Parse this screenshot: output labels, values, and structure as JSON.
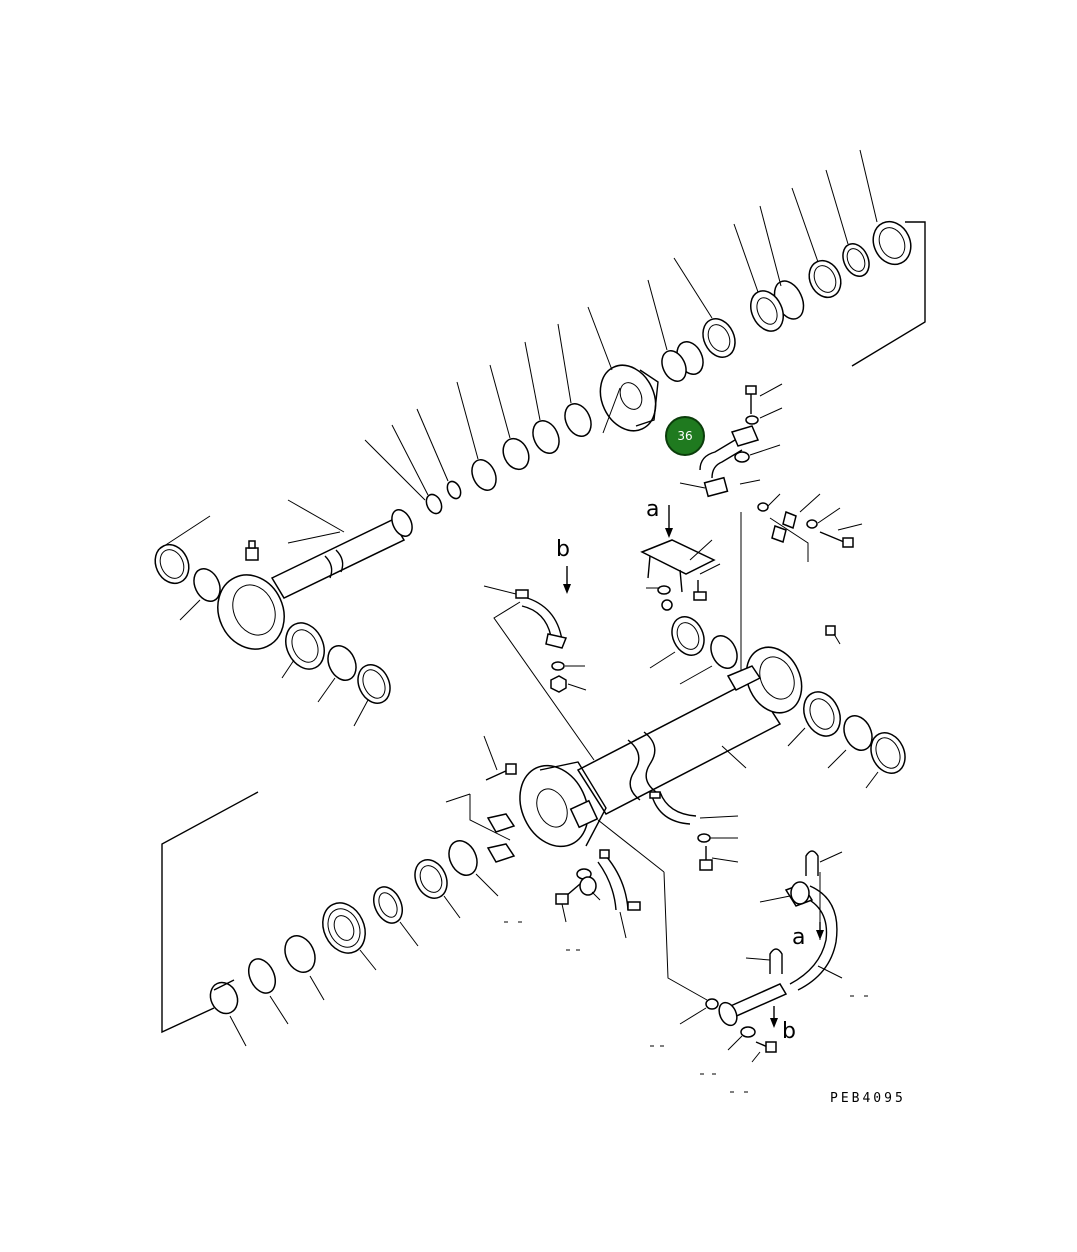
{
  "diagram": {
    "callout_badge": {
      "number": "36",
      "fill": "#1f7a1f",
      "stroke": "#0b3d0b"
    },
    "arrow_labels": {
      "a": "a",
      "b": "b"
    },
    "drawing_code": "PEB4095"
  }
}
